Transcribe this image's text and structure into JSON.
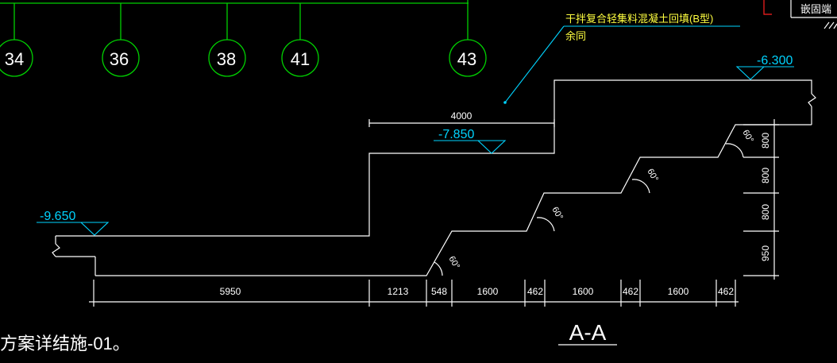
{
  "grid_axes": [
    "34",
    "36",
    "38",
    "41",
    "43"
  ],
  "note": {
    "line1": "干拌复合轻集料混凝土回填(B型)",
    "line2": "余同"
  },
  "top_right_label": "嵌固端",
  "elevations": {
    "left": "-9.650",
    "middle": "-7.850",
    "right": "-6.300"
  },
  "top_dimension": "4000",
  "bottom_dimensions": [
    "5950",
    "1213",
    "548",
    "1600",
    "462",
    "1600",
    "462",
    "1600",
    "462"
  ],
  "right_dimensions": [
    "800",
    "800",
    "800",
    "950"
  ],
  "angles": [
    "60°",
    "60°",
    "60°",
    "60°"
  ],
  "section_label": "A-A",
  "footer_note": "方案详结施-01。",
  "colors": {
    "background": "#000000",
    "outline": "#ffffff",
    "grid": "#00d000",
    "annotation": "#00d4ff"
  }
}
